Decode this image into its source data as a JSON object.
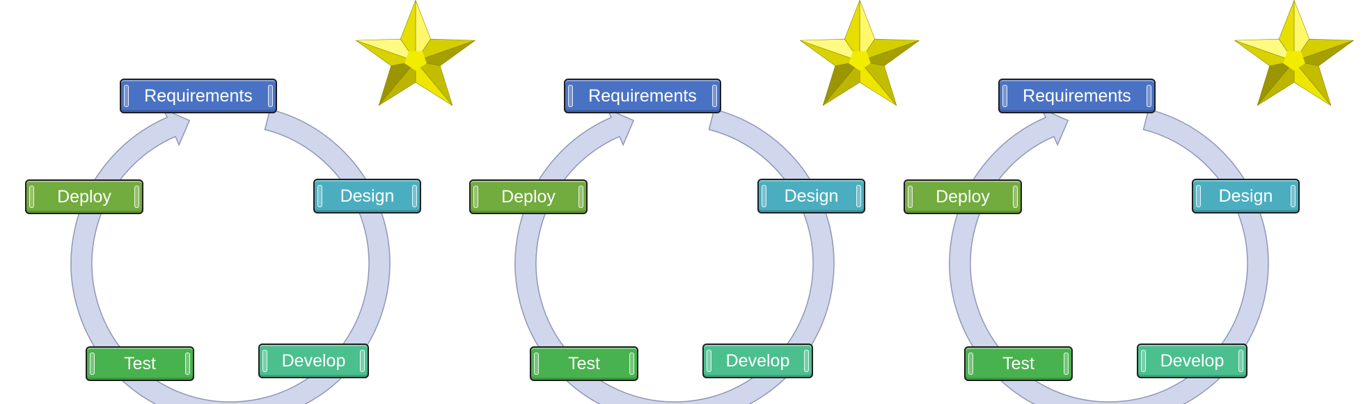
{
  "diagram": {
    "stages": [
      {
        "key": "requirements",
        "label": "Requirements",
        "color": "#4a72c4"
      },
      {
        "key": "design",
        "label": "Design",
        "color": "#4aaec0"
      },
      {
        "key": "develop",
        "label": "Develop",
        "color": "#4cbf8f"
      },
      {
        "key": "test",
        "label": "Test",
        "color": "#48b24e"
      },
      {
        "key": "deploy",
        "label": "Deploy",
        "color": "#72ab3e"
      }
    ],
    "cycle_count": 3,
    "arrow_color": "#d0d6eb",
    "arrow_outline": "#8e96b8",
    "star_color": "#f2ec00"
  }
}
